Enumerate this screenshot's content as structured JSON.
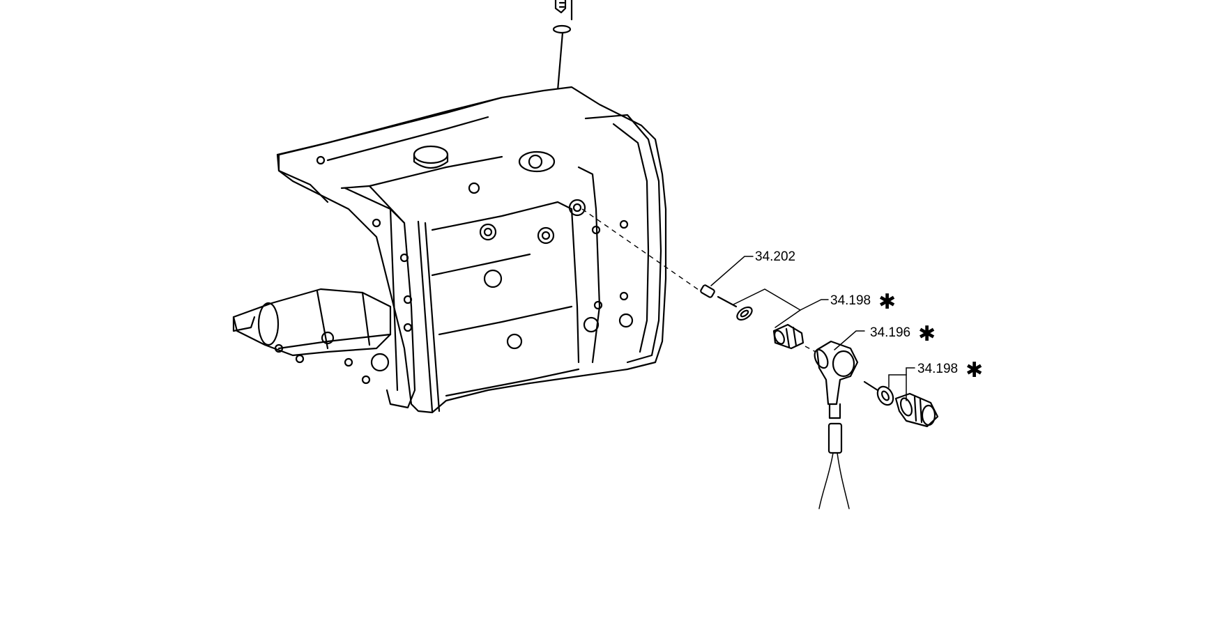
{
  "diagram": {
    "callouts": [
      {
        "id": "c1",
        "text": "34.202",
        "star": ""
      },
      {
        "id": "c2",
        "text": "34.198",
        "star": "✱"
      },
      {
        "id": "c3",
        "text": "34.196",
        "star": "✱"
      },
      {
        "id": "c4",
        "text": "34.198",
        "star": "✱"
      }
    ]
  }
}
